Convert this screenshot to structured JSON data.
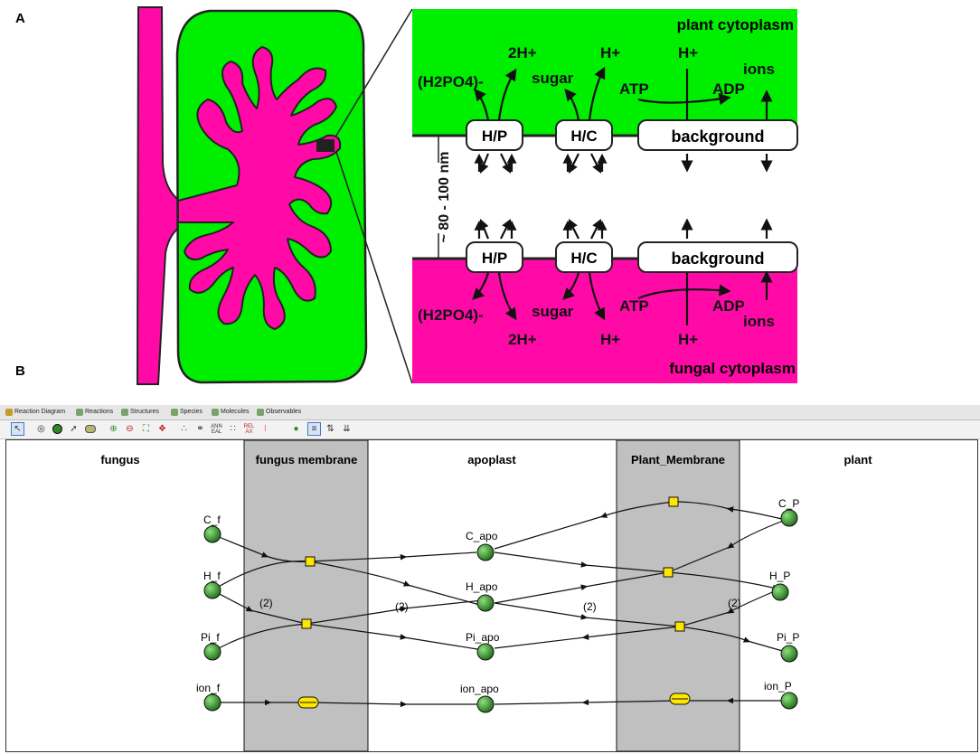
{
  "panelA": {
    "letter": "A",
    "plant_label": "plant cytoplasm",
    "fungal_label": "fungal cytoplasm",
    "gap_label": "~ 80 - 100 nm",
    "top": {
      "transporters": [
        "H/P",
        "H/C",
        "background"
      ],
      "phosphate": "(H2PO4)-",
      "two_h": "2H+",
      "sugar": "sugar",
      "h_sugar": "H+",
      "atp": "ATP",
      "h_atp": "H+",
      "adp": "ADP",
      "ions": "ions"
    },
    "bottom": {
      "transporters": [
        "H/P",
        "H/C",
        "background"
      ],
      "phosphate": "(H2PO4)-",
      "two_h": "2H+",
      "sugar": "sugar",
      "h_sugar": "H+",
      "atp": "ATP",
      "h_atp": "H+",
      "adp": "ADP",
      "ions": "ions"
    },
    "colors": {
      "plant": "#00ee00",
      "fungus": "#ff0aa6",
      "text_dark": "#222222"
    }
  },
  "panelB": {
    "letter": "B",
    "tabs": [
      "Reaction Diagram",
      "Reactions",
      "Structures",
      "Species",
      "Molecules",
      "Observables"
    ],
    "toolbar_icons": [
      "select-icon",
      "zoom-icon",
      "add-species-icon",
      "draw-reaction-icon",
      "add-structure-icon",
      "zoom-in-icon",
      "zoom-out-icon",
      "fit-icon",
      "collapse-icon",
      "layout-random-icon",
      "layout-circular-icon",
      "layout-annealing-icon",
      "layout-levelled-icon",
      "layout-relaxed-icon",
      "layout-random-dots-icon",
      "show-species-icon",
      "align-icon",
      "sort-up-icon",
      "sort-down-icon"
    ],
    "toolbar_labels": {
      "annealing": "ANN EAL",
      "relaxed": "REL AX"
    },
    "columns": [
      "fungus",
      "fungus membrane",
      "apoplast",
      "Plant_Membrane",
      "plant"
    ],
    "species": {
      "c_f": "C_f",
      "h_f": "H_f",
      "pi_f": "Pi_f",
      "ion_f": "ion_f",
      "c_apo": "C_apo",
      "h_apo": "H_apo",
      "pi_apo": "Pi_apo",
      "ion_apo": "ion_apo",
      "c_p": "C_P",
      "h_p": "H_P",
      "pi_p": "Pi_P",
      "ion_p": "ion_P"
    },
    "stoich": "(2)",
    "colors": {
      "membrane": "#c0c0c0",
      "species": "#2e8b22",
      "reaction": "#ffe600"
    }
  }
}
